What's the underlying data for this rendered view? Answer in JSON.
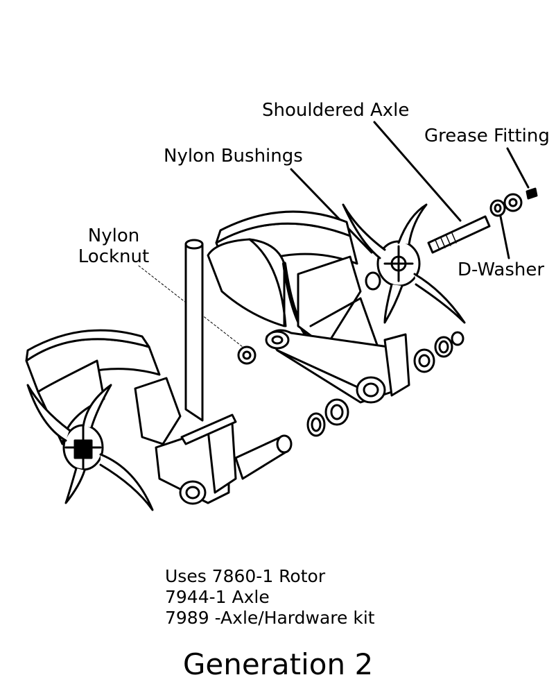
{
  "labels": {
    "shouldered_axle": "Shouldered Axle",
    "grease_fitting": "Grease Fitting",
    "nylon_bushings": "Nylon Bushings",
    "nylon_locknut_line1": "Nylon",
    "nylon_locknut_line2": "Locknut",
    "d_washer": "D-Washer"
  },
  "notes": [
    "Uses 7860-1 Rotor",
    "7944-1 Axle",
    "7989 -Axle/Hardware kit"
  ],
  "title": "Generation 2"
}
